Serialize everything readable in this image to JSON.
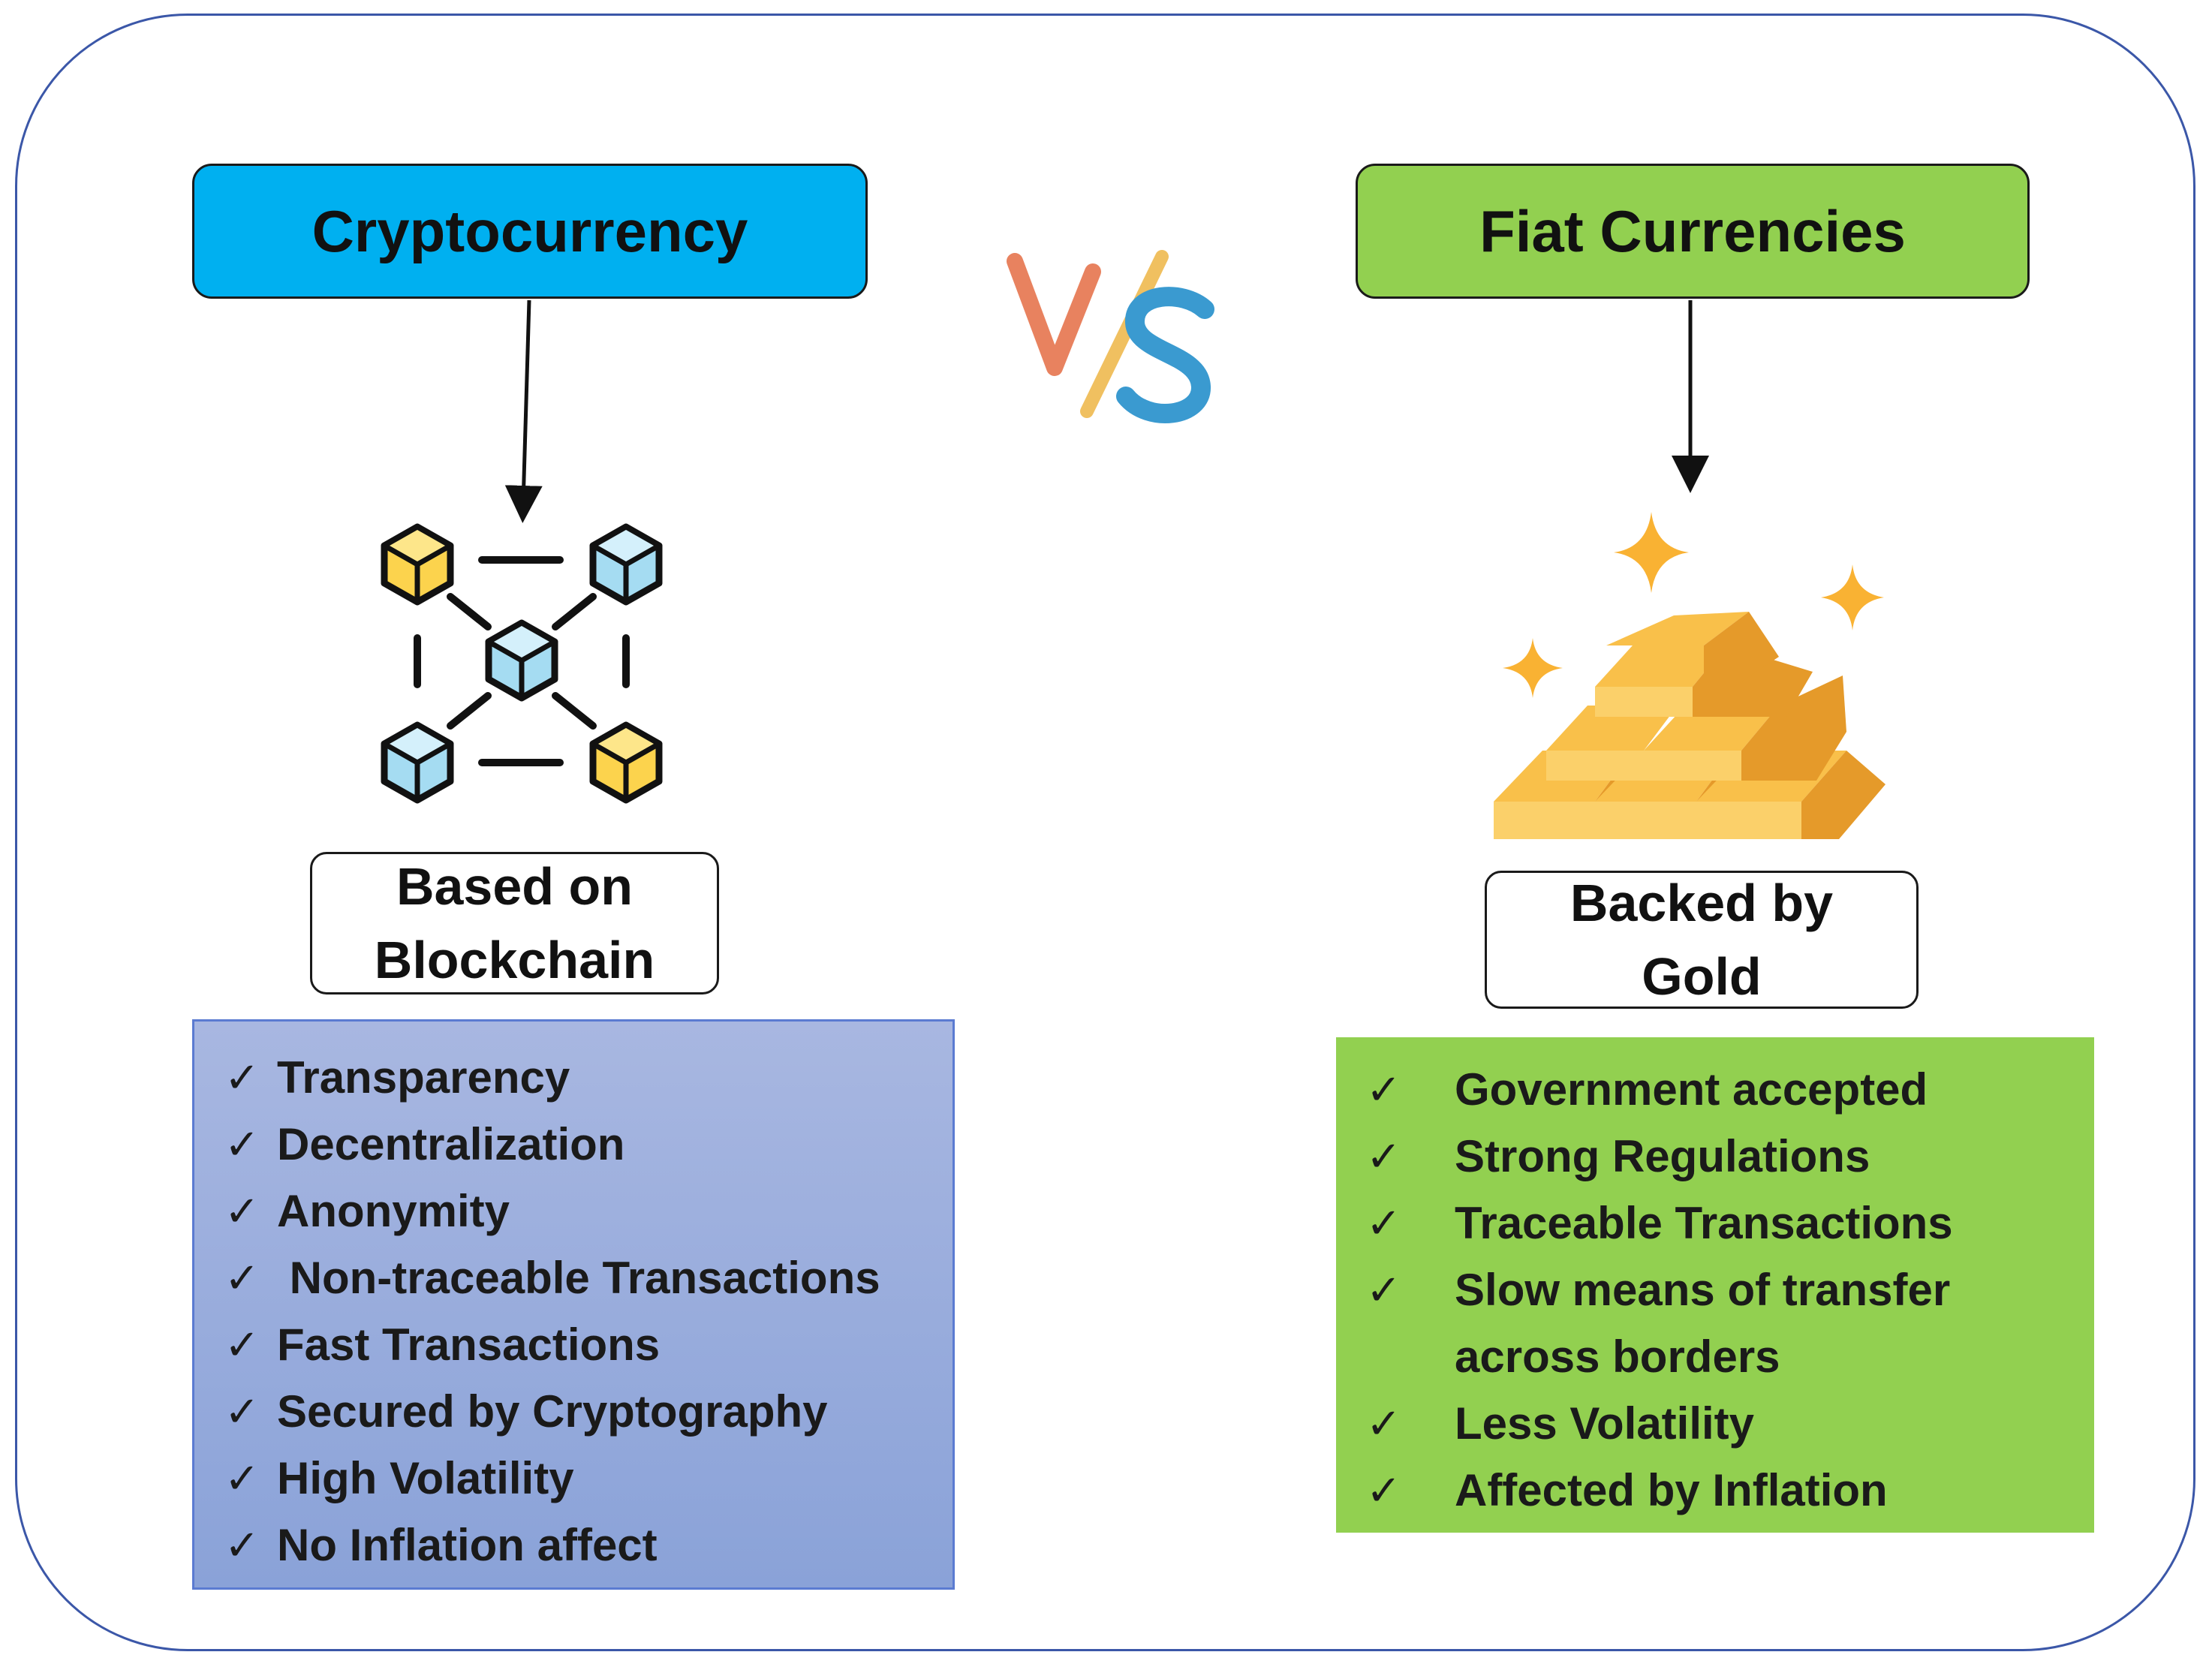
{
  "crypto": {
    "title": "Cryptocurrency",
    "label_line1": "Based on",
    "label_line2": "Blockchain",
    "check_mark": "✓",
    "items": [
      "Transparency",
      "Decentralization",
      "Anonymity",
      " Non-traceable Transactions",
      "Fast Transactions",
      "Secured by Cryptography",
      "High Volatility",
      "No Inflation affect"
    ]
  },
  "fiat": {
    "title": "Fiat Currencies",
    "label_line1": "Backed by",
    "label_line2": "Gold",
    "check_mark": "✓",
    "items": [
      "Government accepted",
      "Strong Regulations",
      "Traceable Transactions",
      "Slow means of transfer across borders",
      "Less Volatility",
      "Affected by Inflation"
    ]
  },
  "colors": {
    "crypto_title": "#00b0f0",
    "fiat_title": "#92d050",
    "crypto_list": "#8fa5da",
    "fiat_list": "#92d050",
    "frame": "#3b57a8"
  },
  "icons": {
    "versus": "vs-logo-icon",
    "crypto": "blockchain-icon",
    "fiat": "gold-bars-icon"
  }
}
